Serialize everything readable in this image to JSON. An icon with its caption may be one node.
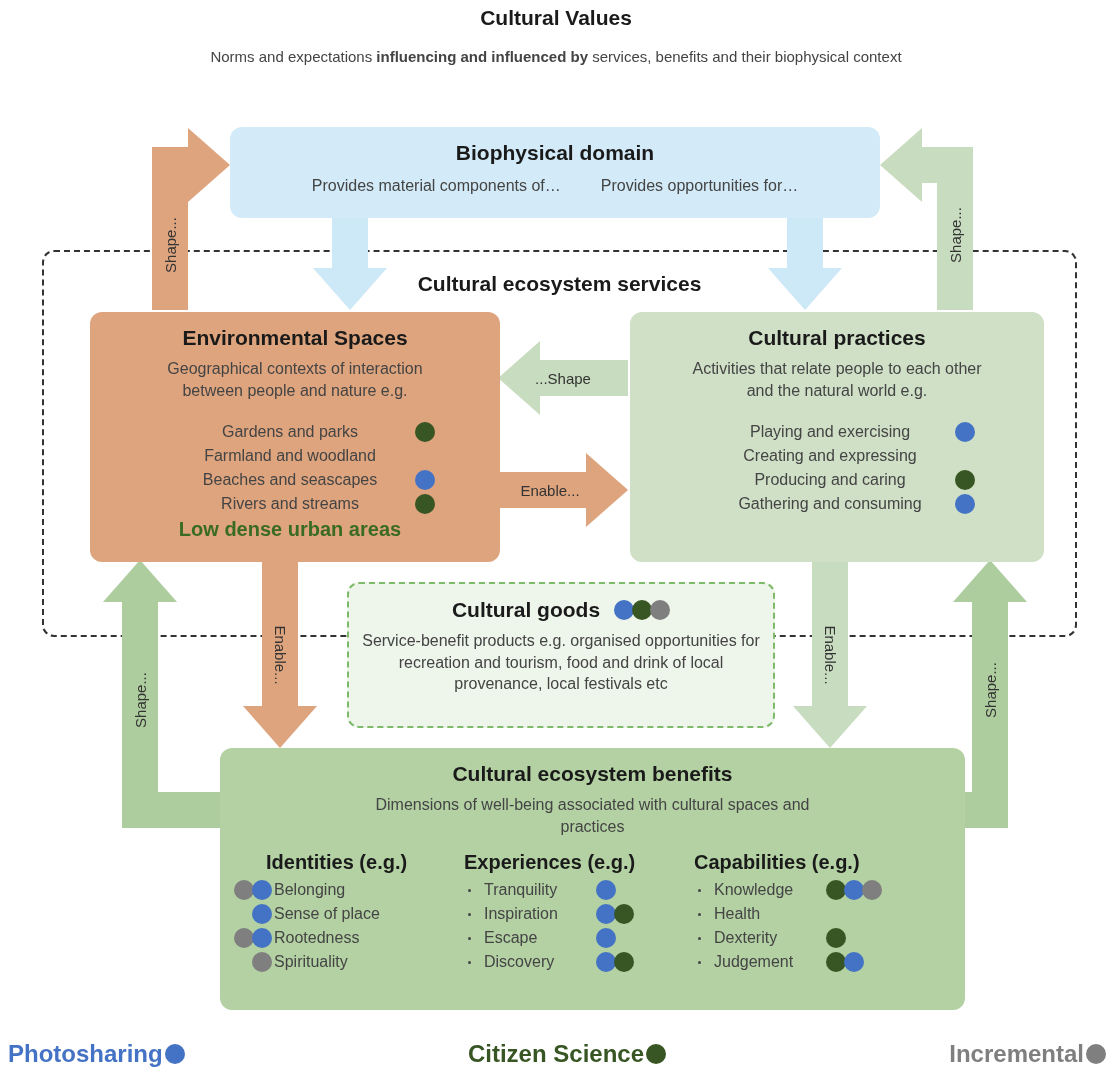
{
  "diagram": {
    "title": "Cultural Values",
    "nodes": [
      {
        "text": [
          "Biophysical domain",
          "Provides material components of…",
          "Provides opportunities for…"
        ]
      },
      {
        "text": [
          "Cultural ecosystem services"
        ]
      },
      {
        "text": [
          "Environmental Spaces",
          "Geographical contexts of interaction between people and nature e.g.",
          "Gardens and parks",
          "Farmland and woodland",
          "Beaches and seascapes",
          "Rivers and streams",
          "Low dense urban areas"
        ],
        "in": 1
      },
      {
        "text": [
          "Cultural practices",
          "Activities that relate people to each other and the natural world e.g.",
          "Playing and exercising",
          "Creating and expressing",
          "Producing and caring",
          "Gathering and consuming"
        ],
        "in": 1
      },
      {
        "text": [
          "Cultural goods",
          "Service-benefit products e.g. organised opportunities for recreation and tourism, food and drink of local provenance, local festivals etc"
        ]
      },
      {
        "text": [
          "Cultural ecosystem benefits",
          "Dimensions of well-being associated with cultural spaces and practices",
          "Identities (e.g.)",
          "Belonging",
          "Sense of place",
          "Rootedness",
          "Spirituality",
          "Experiences (e.g.)",
          "Tranquility",
          "Inspiration",
          "Escape",
          "Discovery",
          "Capabilities (e.g.)",
          "Knowledge",
          "Health",
          "Dexterity",
          "Judgement"
        ]
      }
    ],
    "edges": [
      {
        "from": 2,
        "to": 0,
        "arrow": "to",
        "label": "Shape...",
        "color": "#dea47e"
      },
      {
        "from": 3,
        "to": 0,
        "arrow": "to",
        "label": "Shape...",
        "color": "#c8dcc0"
      },
      {
        "from": 0,
        "to": 2,
        "arrow": "to",
        "color": "#cde8f6"
      },
      {
        "from": 0,
        "to": 3,
        "arrow": "to",
        "color": "#cde8f6"
      },
      {
        "from": 3,
        "to": 2,
        "arrow": "to",
        "label": "...Shape",
        "color": "#c8dcc0"
      },
      {
        "from": 2,
        "to": 3,
        "arrow": "to",
        "label": "Enable...",
        "color": "#dea47e"
      },
      {
        "from": 2,
        "to": 5,
        "arrow": "to",
        "label": "Enable...",
        "color": "#dea47e"
      },
      {
        "from": 3,
        "to": 5,
        "arrow": "to",
        "label": "Enable...",
        "color": "#c8dcc0"
      },
      {
        "from": 5,
        "to": 2,
        "arrow": "to",
        "label": "Shape...",
        "color": "#aecd9e"
      },
      {
        "from": 5,
        "to": 3,
        "arrow": "to",
        "label": "Shape...",
        "color": "#aecd9e"
      }
    ],
    "labels": [
      "Norms and expectations **influencing and influenced by** services, benefits and their biophysical context"
    ],
    "legend": [
      {
        "text": "Photosharing",
        "color": "#4472c4"
      },
      {
        "text": "Citizen Science",
        "color": "#375623"
      },
      {
        "text": "Incremental",
        "color": "#7f7f7f"
      }
    ]
  }
}
